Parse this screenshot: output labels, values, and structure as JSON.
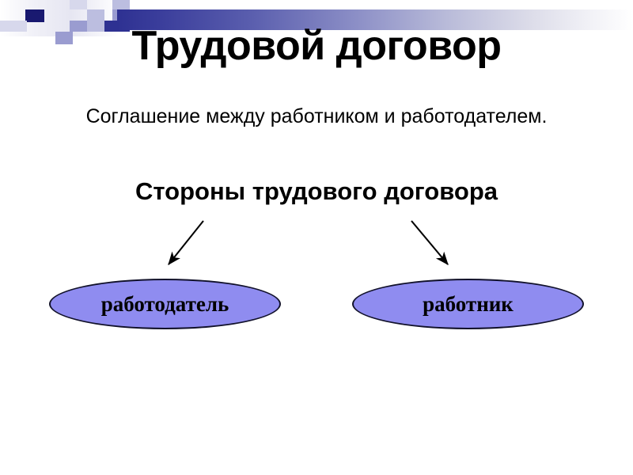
{
  "slide": {
    "title": "Трудовой договор",
    "subtitle": "Соглашение между работником и работодателем.",
    "section_heading": "Стороны трудового договора",
    "background_color": "#ffffff"
  },
  "decoration": {
    "bar_gradient_from": "#2e3192",
    "bar_gradient_to": "#ffffff",
    "accent_navy": "#191970",
    "accent_light": "#bcbee0"
  },
  "diagram": {
    "nodes": [
      {
        "id": "employer",
        "label": "работодатель",
        "fill": "#8f8cf0",
        "stroke": "#12122b"
      },
      {
        "id": "employee",
        "label": "работник",
        "fill": "#8f8cf0",
        "stroke": "#12122b"
      }
    ],
    "connectors": [
      {
        "id": "arrow-to-employer",
        "from": "section-heading",
        "to": "employer",
        "direction": "down-left",
        "color": "#000000"
      },
      {
        "id": "arrow-to-employee",
        "from": "section-heading",
        "to": "employee",
        "direction": "down-right",
        "color": "#000000"
      }
    ]
  }
}
